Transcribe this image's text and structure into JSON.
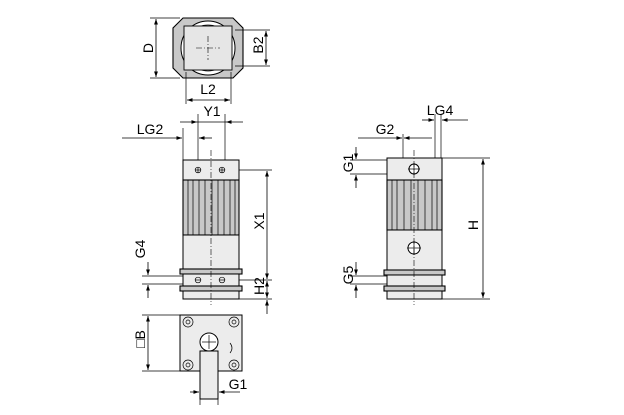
{
  "diagram": {
    "labels": {
      "D": "D",
      "B2": "B2",
      "L2": "L2",
      "Y1": "Y1",
      "LG2": "LG2",
      "X1": "X1",
      "G4": "G4",
      "H2": "H2",
      "B": "□B",
      "G1_bottom": "G1",
      "G2": "G2",
      "LG4": "LG4",
      "G1_side": "G1",
      "H": "H",
      "G5": "G5"
    }
  }
}
